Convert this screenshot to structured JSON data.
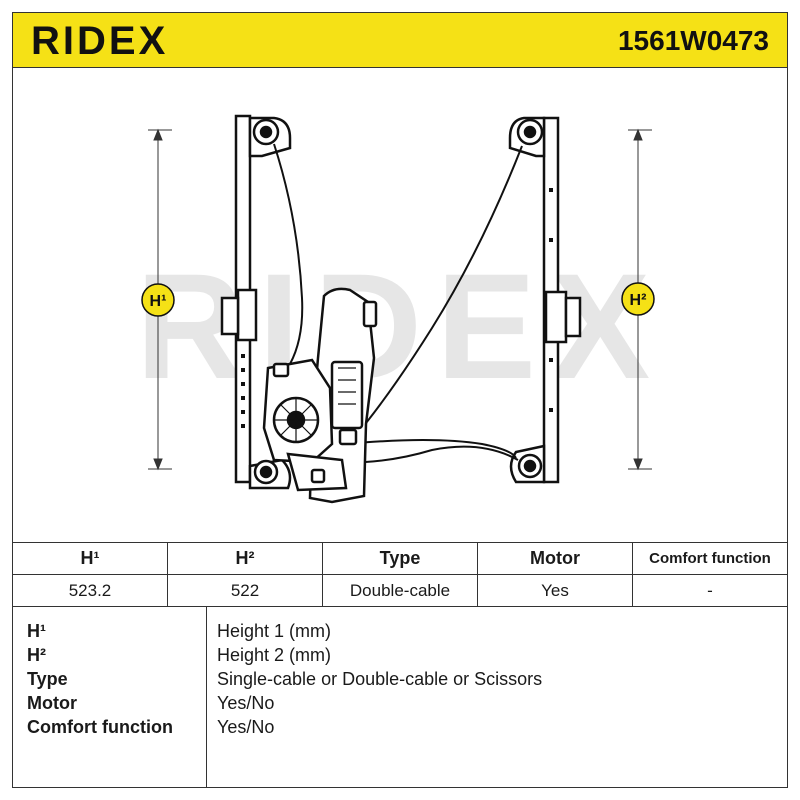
{
  "header": {
    "brand": "RIDEX",
    "part_number": "1561W0473"
  },
  "diagram": {
    "watermark": "RIDEX",
    "label_h1": "H¹",
    "label_h2": "H²"
  },
  "spec_table": {
    "headers": [
      "H¹",
      "H²",
      "Type",
      "Motor",
      "Comfort function"
    ],
    "values": [
      "523.2",
      "522",
      "Double-cable",
      "Yes",
      "-"
    ]
  },
  "legend": [
    {
      "key": "H¹",
      "value": "Height 1 (mm)"
    },
    {
      "key": "H²",
      "value": "Height 2 (mm)"
    },
    {
      "key": "Type",
      "value": "Single-cable or Double-cable or Scissors"
    },
    {
      "key": "Motor",
      "value": "Yes/No"
    },
    {
      "key": "Comfort function",
      "value": "Yes/No"
    }
  ],
  "colors": {
    "header_bg": "#f5e116",
    "badge": "#f5e116",
    "watermark": "#e6e6e6",
    "line": "#111111"
  }
}
